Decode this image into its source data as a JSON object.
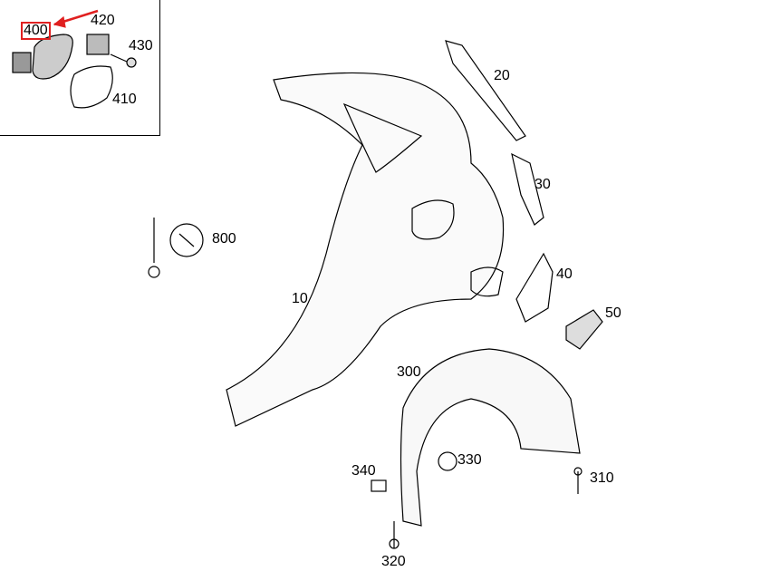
{
  "diagram": {
    "highlight_color": "#e02020",
    "highlighted_part": "400",
    "parts": [
      {
        "id": "400"
      },
      {
        "id": "420"
      },
      {
        "id": "430"
      },
      {
        "id": "410"
      },
      {
        "id": "20"
      },
      {
        "id": "30"
      },
      {
        "id": "40"
      },
      {
        "id": "50"
      },
      {
        "id": "800"
      },
      {
        "id": "10"
      },
      {
        "id": "300"
      },
      {
        "id": "330"
      },
      {
        "id": "310"
      },
      {
        "id": "340"
      },
      {
        "id": "320"
      }
    ]
  }
}
